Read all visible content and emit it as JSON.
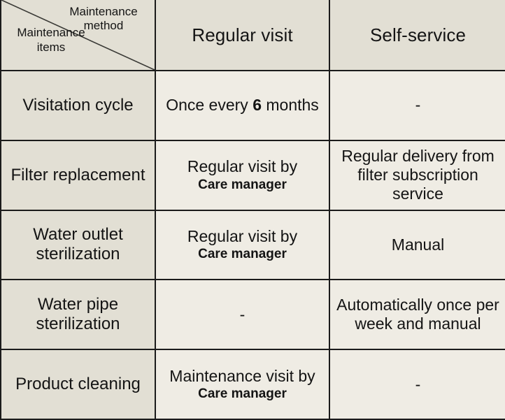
{
  "table": {
    "corner": {
      "axis_column_label": "Maintenance\nmethod",
      "axis_row_label": "Maintenance\nitems"
    },
    "column_headers": [
      "Regular visit",
      "Self-service"
    ],
    "rows": [
      {
        "item": "Visitation cycle",
        "regular_visit": {
          "main_pre": "Once every ",
          "emphasis": "6",
          "main_post": " months",
          "sub": ""
        },
        "self_service": {
          "main_pre": "-",
          "emphasis": "",
          "main_post": "",
          "sub": ""
        }
      },
      {
        "item": "Filter replacement",
        "regular_visit": {
          "main_pre": "Regular visit by",
          "emphasis": "",
          "main_post": "",
          "sub": "Care manager"
        },
        "self_service": {
          "main_pre": "Regular delivery from filter subscription service",
          "emphasis": "",
          "main_post": "",
          "sub": ""
        }
      },
      {
        "item": "Water outlet sterilization",
        "regular_visit": {
          "main_pre": "Regular visit by",
          "emphasis": "",
          "main_post": "",
          "sub": "Care manager"
        },
        "self_service": {
          "main_pre": "Manual",
          "emphasis": "",
          "main_post": "",
          "sub": ""
        }
      },
      {
        "item": "Water pipe sterilization",
        "regular_visit": {
          "main_pre": "-",
          "emphasis": "",
          "main_post": "",
          "sub": ""
        },
        "self_service": {
          "main_pre": "Automatically once per week and manual",
          "emphasis": "",
          "main_post": "",
          "sub": ""
        }
      },
      {
        "item": "Product cleaning",
        "regular_visit": {
          "main_pre": "Maintenance visit by",
          "emphasis": "",
          "main_post": "",
          "sub": "Care manager"
        },
        "self_service": {
          "main_pre": "-",
          "emphasis": "",
          "main_post": "",
          "sub": ""
        }
      }
    ]
  },
  "colors": {
    "header_shade": "#e2dfd4",
    "body_shade": "#efece4",
    "border": "#1b1b1b",
    "text": "#141414"
  }
}
